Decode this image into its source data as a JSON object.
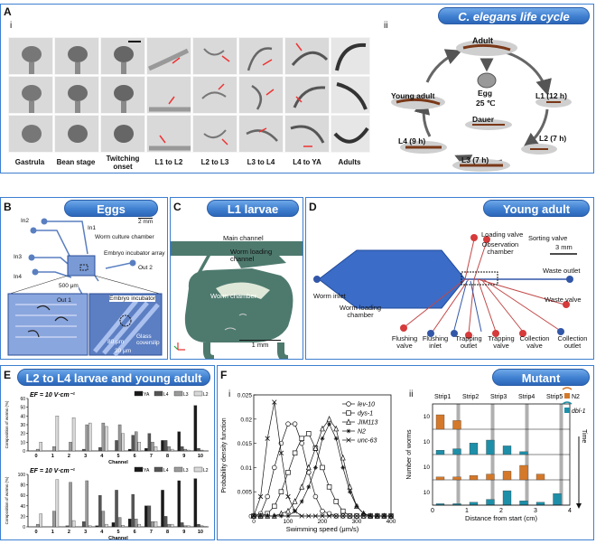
{
  "panel_a": {
    "label": "A",
    "banner": "C. elegans life cycle",
    "sub_i": "i",
    "sub_ii": "ii",
    "columns": [
      "Gastrula",
      "Bean stage",
      "Twitching onset",
      "L1 to L2",
      "L2 to L3",
      "L3 to L4",
      "L4 to YA",
      "Adults"
    ],
    "cycle": {
      "adult": "Adult",
      "egg": "Egg",
      "temp": "25 ℃",
      "l1": "L1 (12 h)",
      "l2": "L2 (7 h)",
      "l3": "L3 (7 h)",
      "dauer": "Dauer",
      "l4": "L4 (9 h)",
      "young_adult": "Young adult"
    }
  },
  "panel_b": {
    "label": "B",
    "banner": "Eggs",
    "scale": "2 mm",
    "scale2": "500 μm",
    "labels": [
      "In2",
      "In1",
      "In3",
      "In4",
      "Out 1",
      "Out 2",
      "Worm culture chamber",
      "Embryo incubator array",
      "Embryo incubator",
      "Glass coverslip",
      "80 μm",
      "30 μm"
    ]
  },
  "panel_c": {
    "label": "C",
    "banner": "L1 larvae",
    "labels": [
      "Main channel",
      "Worm loading channel",
      "Worm chamber"
    ],
    "scale": "1 mm"
  },
  "panel_d": {
    "label": "D",
    "banner": "Young adult",
    "scale": "3 mm",
    "labels": [
      "Loading valve",
      "Observation chamber",
      "Sorting valve",
      "Waste outlet",
      "Worm inlet",
      "Waste valve",
      "Worm loading chamber",
      "Flushing valve",
      "Flushing inlet",
      "Trapping outlet",
      "Trapping valve",
      "Collection valve",
      "Collection outlet"
    ]
  },
  "panel_e": {
    "label": "E",
    "banner": "L2 to L4 larvae and young adult",
    "ef_top": "EF = 10 V·cm⁻¹",
    "ef_bottom": "EF = 10 V·cm⁻¹",
    "ylabel": "Composition of worms (%)",
    "xlabel": "Channel",
    "legend": [
      "YA",
      "L4",
      "L3",
      "L2"
    ]
  },
  "panel_f": {
    "label": "F",
    "banner": "Mutant",
    "sub_i": "i",
    "sub_ii": "ii",
    "strips": [
      "Strip1",
      "Strip2",
      "Strip3",
      "Strip4",
      "Strip5"
    ],
    "ii_xlabel": "Distance from start (cm)",
    "ii_ylabel": "Number of worms",
    "ii_legend": [
      "N2",
      "dbl-1"
    ],
    "time_label": "Time",
    "ii_yticks": [
      "10",
      "10",
      "10",
      "10"
    ],
    "ii_xticks": [
      "0",
      "1",
      "2",
      "3",
      "4"
    ]
  },
  "chart_data": [
    {
      "type": "bar",
      "title": "EF = 10 V·cm⁻¹",
      "xlabel": "Channel",
      "ylabel": "Composition of worms (%)",
      "ylim": [
        0,
        60
      ],
      "categories": [
        "0",
        "1",
        "2",
        "3",
        "4",
        "5",
        "6",
        "7",
        "8",
        "9",
        "10"
      ],
      "series": [
        {
          "name": "YA",
          "values": [
            0,
            0,
            0,
            0,
            0,
            0,
            2,
            3,
            12,
            22,
            52
          ]
        },
        {
          "name": "L4",
          "values": [
            0,
            0,
            0,
            2,
            4,
            12,
            18,
            20,
            12,
            5,
            3
          ]
        },
        {
          "name": "L3",
          "values": [
            2,
            5,
            10,
            30,
            32,
            30,
            22,
            10,
            5,
            2,
            1
          ]
        },
        {
          "name": "L2",
          "values": [
            10,
            40,
            38,
            32,
            28,
            20,
            10,
            5,
            2,
            1,
            0
          ]
        }
      ],
      "yticks": [
        "0",
        "10",
        "20",
        "30",
        "40",
        "50",
        "60"
      ]
    },
    {
      "type": "bar",
      "title": "EF = 10 V·cm⁻¹",
      "xlabel": "Channel",
      "ylabel": "Composition of worms (%)",
      "ylim": [
        0,
        100
      ],
      "categories": [
        "0",
        "1",
        "2",
        "3",
        "4",
        "5",
        "6",
        "7",
        "8",
        "9",
        "10"
      ],
      "series": [
        {
          "name": "YA",
          "values": [
            0,
            0,
            0,
            0,
            2,
            8,
            15,
            40,
            70,
            88,
            92
          ]
        },
        {
          "name": "L4",
          "values": [
            0,
            0,
            2,
            10,
            60,
            70,
            62,
            40,
            20,
            8,
            5
          ]
        },
        {
          "name": "L3",
          "values": [
            5,
            30,
            85,
            88,
            30,
            18,
            15,
            10,
            5,
            2,
            2
          ]
        },
        {
          "name": "L2",
          "values": [
            25,
            90,
            12,
            2,
            5,
            3,
            5,
            10,
            5,
            2,
            1
          ]
        }
      ],
      "yticks": [
        "0",
        "20",
        "40",
        "60",
        "80",
        "100"
      ]
    },
    {
      "type": "line",
      "xlabel": "Swimming speed (μm/s)",
      "ylabel": "Probability density function",
      "xlim": [
        0,
        400
      ],
      "ylim": [
        0,
        0.025
      ],
      "xticks": [
        "0",
        "100",
        "200",
        "300",
        "400"
      ],
      "yticks": [
        "0",
        "0.005",
        "0.01",
        "0.015",
        "0.02",
        "0.025"
      ],
      "x": [
        0,
        20,
        40,
        60,
        80,
        100,
        120,
        140,
        160,
        180,
        200,
        220,
        240,
        260,
        280,
        300,
        320,
        340,
        360,
        380,
        400
      ],
      "series": [
        {
          "name": "lev-10",
          "marker": "o",
          "values": [
            0,
            0.0005,
            0.004,
            0.01,
            0.015,
            0.019,
            0.019,
            0.015,
            0.009,
            0.004,
            0.001,
            0.0005,
            0,
            0,
            0,
            0,
            0,
            0,
            0,
            0,
            0
          ]
        },
        {
          "name": "dys-1",
          "marker": "s",
          "values": [
            0,
            0,
            0.0005,
            0.002,
            0.005,
            0.009,
            0.013,
            0.016,
            0.017,
            0.014,
            0.01,
            0.006,
            0.003,
            0.001,
            0,
            0,
            0,
            0,
            0,
            0,
            0
          ]
        },
        {
          "name": "JIM113",
          "marker": "^",
          "values": [
            0,
            0,
            0,
            0,
            0.0005,
            0.001,
            0.003,
            0.006,
            0.01,
            0.014,
            0.018,
            0.02,
            0.018,
            0.012,
            0.006,
            0.002,
            0.0005,
            0,
            0,
            0,
            0
          ]
        },
        {
          "name": "N2",
          "marker": "*",
          "values": [
            0,
            0,
            0,
            0,
            0,
            0,
            0.001,
            0.003,
            0.006,
            0.01,
            0.016,
            0.019,
            0.016,
            0.01,
            0.005,
            0.002,
            0.0005,
            0,
            0,
            0,
            0
          ]
        },
        {
          "name": "unc-63",
          "marker": "x",
          "values": [
            0,
            0.004,
            0.016,
            0.0235,
            0.013,
            0.004,
            0.001,
            0,
            0,
            0,
            0,
            0,
            0,
            0,
            0,
            0,
            0,
            0,
            0,
            0,
            0
          ]
        }
      ]
    }
  ],
  "colors": {
    "blue_frame": "#3d7fd0",
    "n2_orange": "#d4782a",
    "dbl1_teal": "#1e8fa8",
    "red_valve": "#d63a3a",
    "blue_valve": "#3257a8",
    "device_green": "#4e7a6e"
  }
}
